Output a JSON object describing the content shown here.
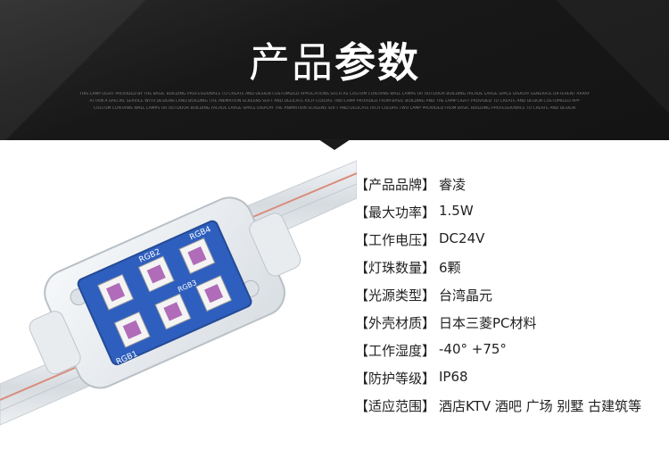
{
  "banner": {
    "title_light": "产品",
    "title_bold": "参数",
    "fine_print": [
      "THIS LAMP LIGHT PROVIDED BY THE BASIC BUILDING PROFESSIONALS TO CREATE AND DESIGN CUSTOMIZED APPLICATIONS SUCH AS CUSTOM CONTAINS WALL LAMPS OR OUTDOOR BUILDING FACADE LARGE SPACE DISPLAY GENERATE DIFFERENT ARRAY",
      "ATTAIN A SPECIAL SERVICE WITH DESIGNS LAND BUILDING THE ANIMATION SCREENS SOFT AND DELICATE RICH COLORS TWO LAMP PROVIDED FROM BASIC BUILDING AND THE LAMP LIGHT PROVIDED TO CREATE AND DESIGN CUSTOMIZED APP",
      "CUSTOM CONTAINS WALL LAMPS OR OUTDOOR BUILDING FACADE LARGE SPACE DISPLAY THE ANIMATION SCREENS SOFT AND DELICATE RICH COLORS TWO LAMP PROVIDED FROM BASIC BUILDING PROFESSIONALS TO CREATE AND DESIGN"
    ]
  },
  "product": {
    "chip_labels": [
      "RGB1",
      "RGB2",
      "RGB3",
      "RGB4"
    ]
  },
  "specs": [
    {
      "label": "【产品品牌】",
      "value": "睿凌"
    },
    {
      "label": "【最大功率】",
      "value": "1.5W"
    },
    {
      "label": "【工作电压】",
      "value": "DC24V"
    },
    {
      "label": "【灯珠数量】",
      "value": "6颗"
    },
    {
      "label": "【光源类型】",
      "value": "台湾晶元"
    },
    {
      "label": "【外壳材质】",
      "value": "日本三菱PC材料"
    },
    {
      "label": "【工作湿度】",
      "value": "-40° +75°"
    },
    {
      "label": "【防护等级】",
      "value": "IP68"
    },
    {
      "label": "【适应范围】",
      "value": "酒店KTV 酒吧 广场 别墅 古建筑等"
    }
  ]
}
